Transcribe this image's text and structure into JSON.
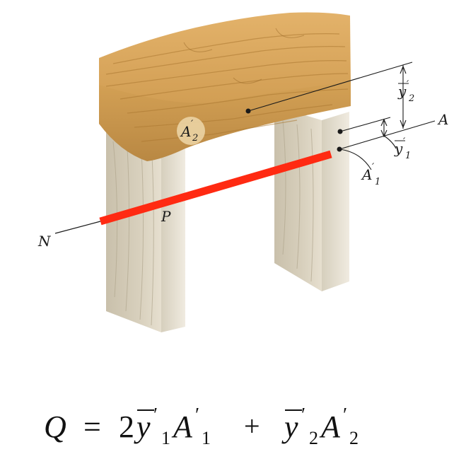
{
  "labels": {
    "A2p": {
      "base": "A",
      "sub": "2"
    },
    "y2p": {
      "base": "y",
      "sub": "2"
    },
    "A": {
      "text": "A"
    },
    "y1p": {
      "base": "y",
      "sub": "1"
    },
    "A1p": {
      "base": "A",
      "sub": "1"
    },
    "P": {
      "text": "P"
    },
    "N": {
      "text": "N"
    }
  },
  "equation": {
    "lhs": "Q",
    "eq": "=",
    "coef": "2",
    "plus": "+",
    "term1": {
      "y": "y",
      "ysub": "1",
      "a": "A",
      "asub": "1"
    },
    "term2": {
      "y": "y",
      "ysub": "2",
      "a": "A",
      "asub": "2"
    }
  },
  "colors": {
    "wood_top": "#d9a55c",
    "wood_front": "#c9964b",
    "leg_light": "#e3dccb",
    "leg_dark": "#bdb5a3",
    "neutral_axis": "#ff2a12",
    "ink": "#1a1a1a"
  }
}
